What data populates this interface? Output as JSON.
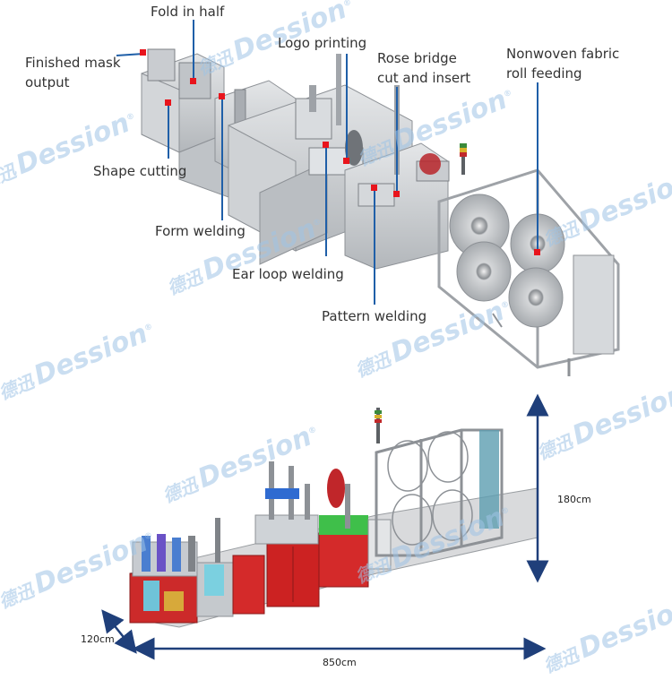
{
  "labels": {
    "fold_in_half": "Fold in half",
    "finished_mask_output_line1": "Finished mask",
    "finished_mask_output_line2": "output",
    "logo_printing": "Logo printing",
    "rose_bridge_line1": "Rose bridge",
    "rose_bridge_line2": "cut and insert",
    "nonwoven_line1": "Nonwoven fabric",
    "nonwoven_line2": "roll feeding",
    "shape_cutting": "Shape cutting",
    "form_welding": "Form welding",
    "ear_loop_welding": "Ear loop welding",
    "pattern_welding": "Pattern welding"
  },
  "dimensions": {
    "height": "180cm",
    "depth": "120cm",
    "length": "850cm"
  },
  "watermark": {
    "brand": "Dession",
    "chinese": "德迅",
    "registered": "®"
  },
  "colors": {
    "label_text": "#333333",
    "leader_line": "#1f5fa8",
    "marker": "#e8141c",
    "dimension_arrow": "#1f3f7a",
    "watermark": "#9fc4e6",
    "machine_gray": "#c8cbce",
    "machine_red": "#d42a2a",
    "machine_green": "#3fbf4a",
    "machine_blue": "#4a7ed0"
  }
}
